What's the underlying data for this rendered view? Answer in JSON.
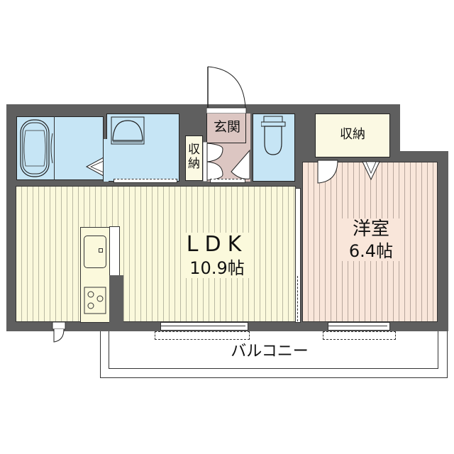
{
  "floor_plan": {
    "rooms": {
      "ldk": {
        "name": "LDK",
        "size": "10.9帖"
      },
      "western": {
        "name": "洋室",
        "size": "6.4帖"
      },
      "entrance": {
        "name": "玄関"
      },
      "storage_entrance": {
        "name_line1": "収",
        "name_line2": "納"
      },
      "storage_western": {
        "name": "収納"
      },
      "balcony": {
        "name": "バルコニー"
      }
    },
    "colors": {
      "wall": "#5f5f5f",
      "wet_area": "#c6e5f5",
      "ldk_floor": "#fbf9dc",
      "western_floor": "#f9e6da",
      "entrance_floor": "#dcc6c2",
      "storage": "#fbf9e3"
    }
  }
}
